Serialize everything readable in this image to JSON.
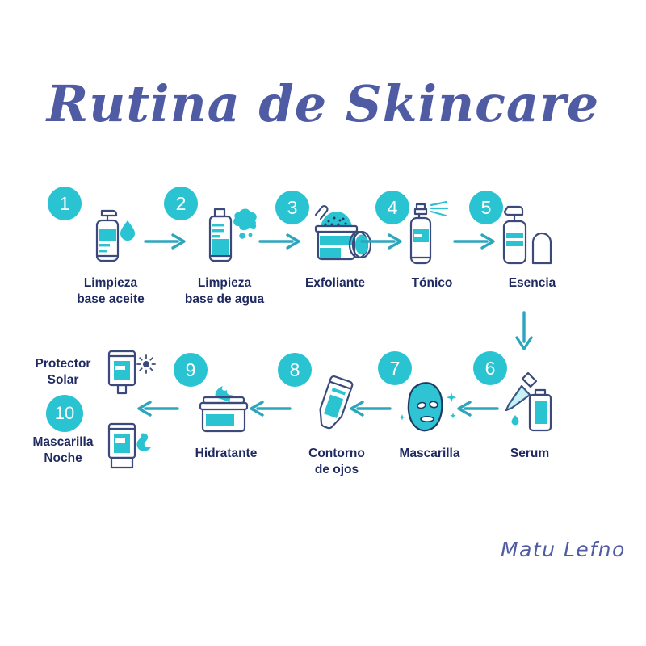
{
  "header": {
    "title": "Rutina de Skincare"
  },
  "signature": {
    "text": "Matu Lefno"
  },
  "theme": {
    "accent_teal": "#29c3d2",
    "arrow_teal": "#2ba6bd",
    "outline_navy": "#3b4a7a",
    "label_navy": "#1f2a60",
    "title_purple": "#4f5ba3",
    "background": "#ffffff"
  },
  "steps": [
    {
      "number": "1",
      "label": "Limpieza\nbase aceite",
      "icon": "pump-bottle-with-droplet-icon",
      "row": 1
    },
    {
      "number": "2",
      "label": "Limpieza\nbase de agua",
      "icon": "cleanser-bottle-with-foam-icon",
      "row": 1
    },
    {
      "number": "3",
      "label": "Exfoliante",
      "icon": "scrub-jar-with-scoop-icon",
      "row": 1
    },
    {
      "number": "4",
      "label": "Tónico",
      "icon": "spray-bottle-icon",
      "row": 1
    },
    {
      "number": "5",
      "label": "Esencia",
      "icon": "essence-pump-bottle-with-cap-icon",
      "row": 1
    },
    {
      "number": "6",
      "label": "Serum",
      "icon": "dropper-and-serum-bottle-icon",
      "row": 2
    },
    {
      "number": "7",
      "label": "Mascarilla",
      "icon": "sheet-mask-face-icon",
      "row": 2
    },
    {
      "number": "8",
      "label": "Contorno\nde ojos",
      "icon": "eye-cream-tube-icon",
      "row": 2
    },
    {
      "number": "9",
      "label": "Hidratante",
      "icon": "moisturizer-jar-icon",
      "row": 2
    },
    {
      "number": "10",
      "label_top": "Protector\nSolar",
      "label_bottom": "Mascarilla\nNoche",
      "icon_top": "sunscreen-tube-with-sun-icon",
      "icon_bottom": "night-mask-tube-icon",
      "row": 2
    }
  ],
  "connectors": {
    "row1_arrows": 4,
    "row2_arrows": 4,
    "vertical_arrow": "down-arrow-row-connector"
  }
}
